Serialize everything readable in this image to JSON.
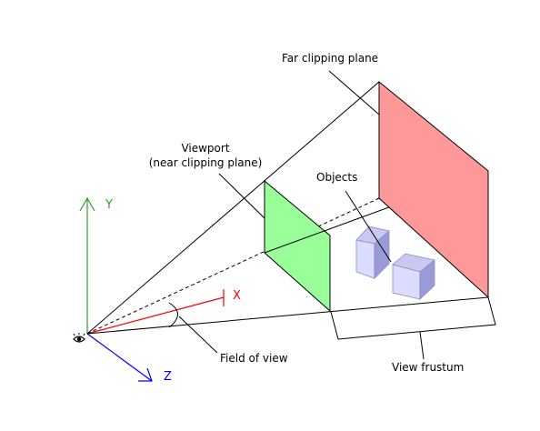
{
  "labels": {
    "far_plane": "Far clipping plane",
    "viewport_line1": "Viewport",
    "viewport_line2": "(near clipping plane)",
    "objects": "Objects",
    "field_of_view": "Field of view",
    "view_frustum": "View frustum"
  },
  "axes": {
    "x": "X",
    "y": "Y",
    "z": "Z"
  },
  "colors": {
    "x_axis": "#ff0000",
    "y_axis": "#339933",
    "z_axis": "#0000ff",
    "near_plane_fill": "#99ff99",
    "far_plane_fill": "#ff9999",
    "cube_top": "#c8c8f0",
    "cube_front": "#dcdcff",
    "cube_side": "#9a9ad8"
  },
  "icons": {
    "eye": "eye-icon"
  }
}
